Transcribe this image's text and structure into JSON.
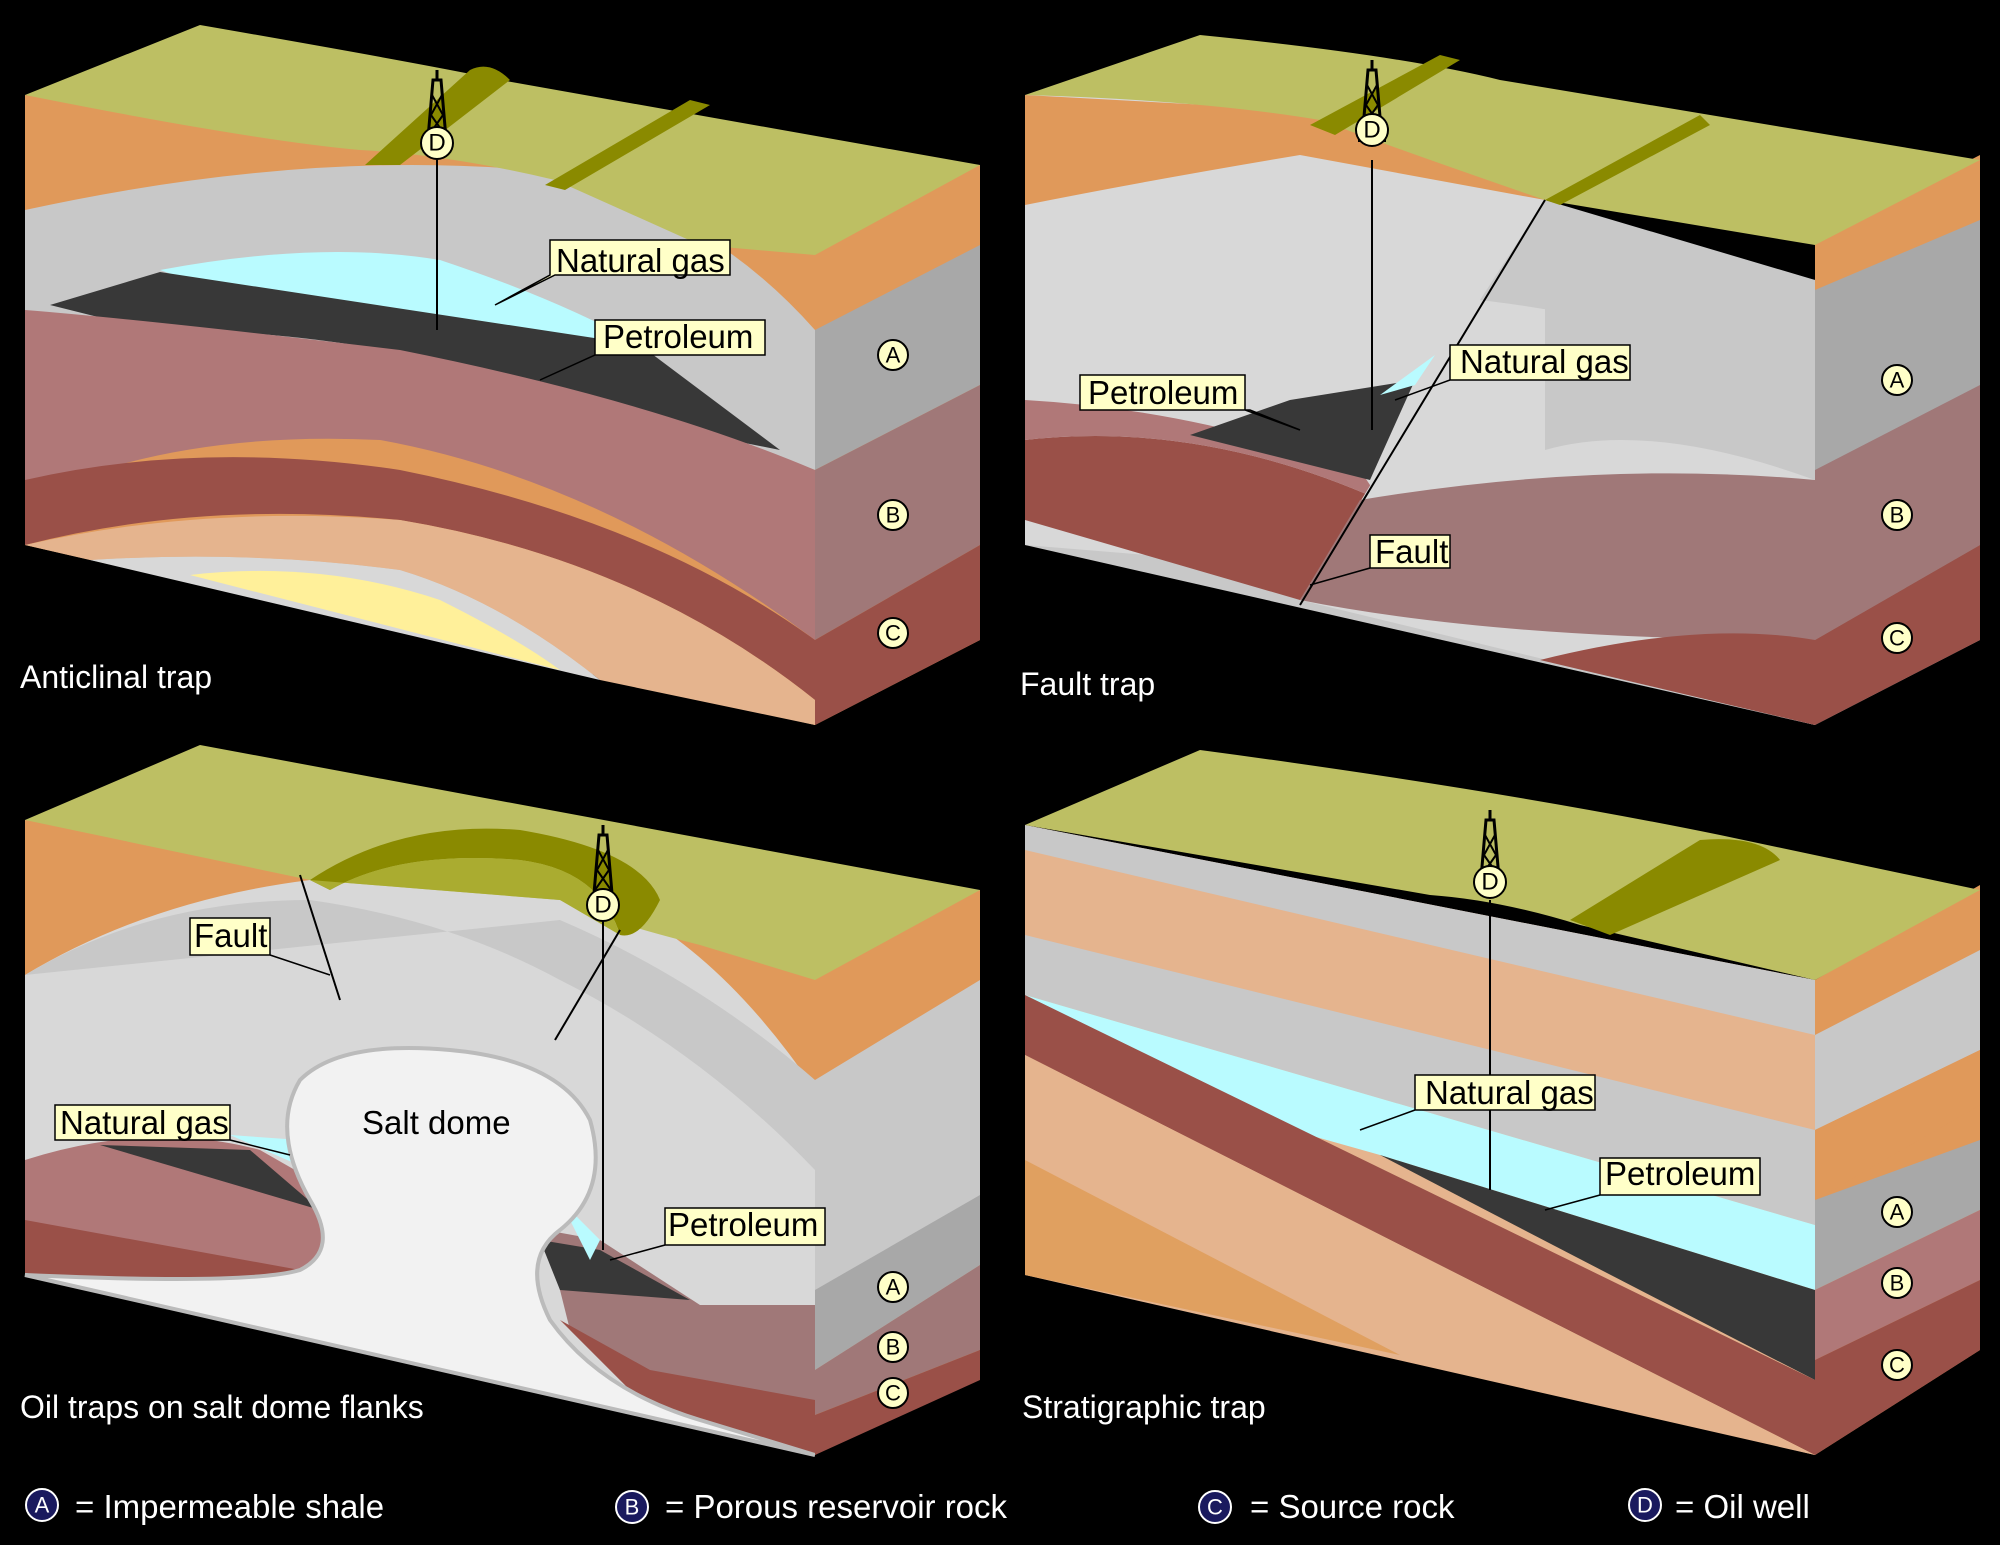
{
  "panels": {
    "anticlinal": {
      "caption": "Anticlinal trap",
      "natural_gas": "Natural gas",
      "petroleum": "Petroleum",
      "well": "D",
      "layer_a": "A",
      "layer_b": "B",
      "layer_c": "C"
    },
    "fault": {
      "caption": "Fault trap",
      "petroleum": "Petroleum",
      "natural_gas": "Natural gas",
      "fault": "Fault",
      "well": "D",
      "layer_a": "A",
      "layer_b": "B",
      "layer_c": "C"
    },
    "salt_dome": {
      "caption": "Oil traps on salt dome flanks",
      "fault": "Fault",
      "natural_gas": "Natural gas",
      "salt_dome": "Salt dome",
      "petroleum": "Petroleum",
      "well": "D",
      "layer_a": "A",
      "layer_b": "B",
      "layer_c": "C"
    },
    "stratigraphic": {
      "caption": "Stratigraphic trap",
      "natural_gas": "Natural gas",
      "petroleum": "Petroleum",
      "well": "D",
      "layer_a": "A",
      "layer_b": "B",
      "layer_c": "C"
    }
  },
  "legend": [
    {
      "badge": "A",
      "text": "= Impermeable shale"
    },
    {
      "badge": "B",
      "text": "= Porous reservoir rock"
    },
    {
      "badge": "C",
      "text": "= Source rock"
    },
    {
      "badge": "D",
      "text": "= Oil well"
    }
  ],
  "colors": {
    "background": "#000000",
    "surface": "#bdbf63",
    "surface_dark": "#8a8a00",
    "orange_layer": "#e0995a",
    "shale_gray": "#c8c8c8",
    "gas": "#b9fbff",
    "petroleum": "#383838",
    "reservoir": "#b07878",
    "source_rock": "#9a5048",
    "light_tan": "#e5b48e",
    "yellow_core": "#fff09a",
    "label_box": "#ffffc8",
    "legend_badge": "#1a1a5e"
  },
  "icons": [
    "oil-derrick-icon"
  ]
}
